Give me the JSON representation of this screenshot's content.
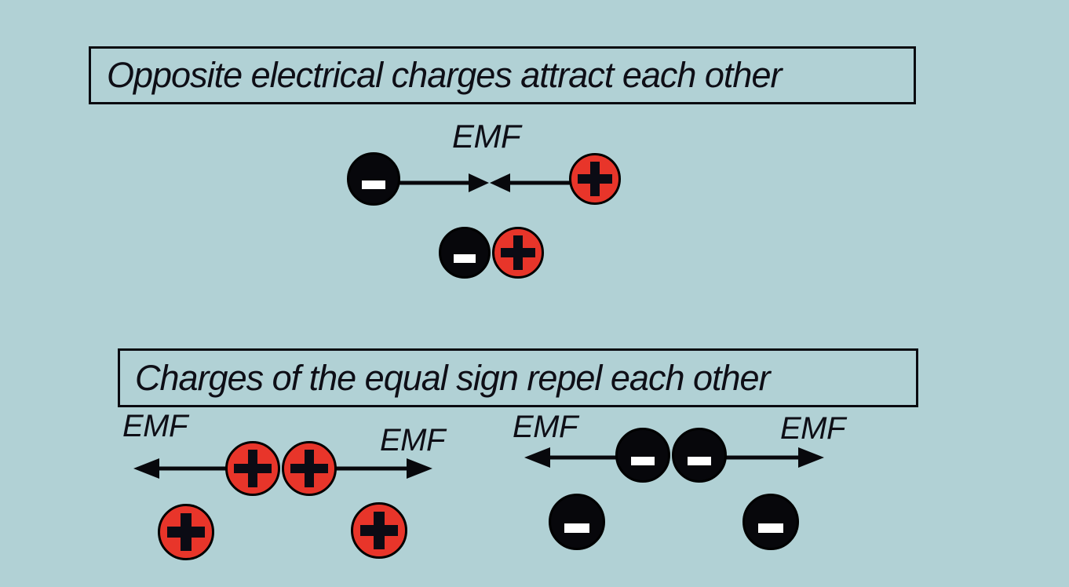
{
  "page": {
    "background_color": "#b1d1d5"
  },
  "colors": {
    "positive_charge_fill": "#e8352a",
    "negative_charge_fill": "#07070b",
    "plus_sign": "#0b0b14",
    "minus_sign": "#ffffff",
    "outline_and_text": "#0e0e16"
  },
  "labels": {
    "emf": "EMF"
  },
  "attract_section": {
    "title": "Opposite electrical charges attract each other",
    "emf_label": "EMF",
    "top_row_charges": [
      "negative",
      "positive"
    ],
    "result_pair_charges": [
      "negative",
      "positive"
    ]
  },
  "repel_section": {
    "title": "Charges of the equal sign repel each other",
    "positive_group": {
      "emf_left": "EMF",
      "emf_right": "EMF",
      "touching_charges": [
        "positive",
        "positive"
      ],
      "separated_charges": [
        "positive",
        "positive"
      ]
    },
    "negative_group": {
      "emf_left": "EMF",
      "emf_right": "EMF",
      "touching_charges": [
        "negative",
        "negative"
      ],
      "separated_charges": [
        "negative",
        "negative"
      ]
    }
  }
}
